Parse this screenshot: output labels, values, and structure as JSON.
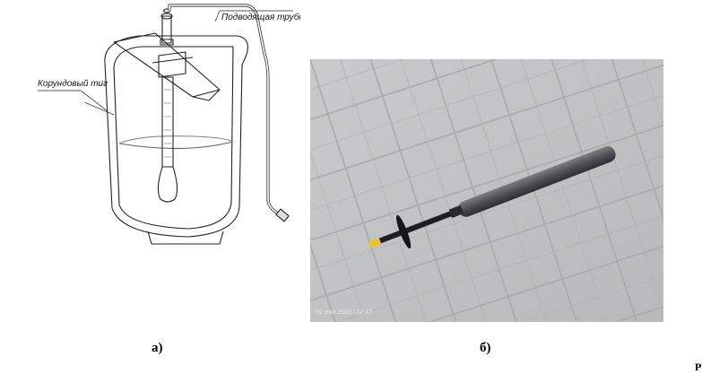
{
  "figure": {
    "panel_a": {
      "caption": "а)",
      "labels": {
        "supply_tube": "Подводящая трубка",
        "crucible": "Корундовый тигель"
      }
    },
    "panel_b": {
      "caption": "б)",
      "photo_timestamp": "01 мая 2022 / 12:47"
    },
    "edge_fragment": "Р"
  }
}
